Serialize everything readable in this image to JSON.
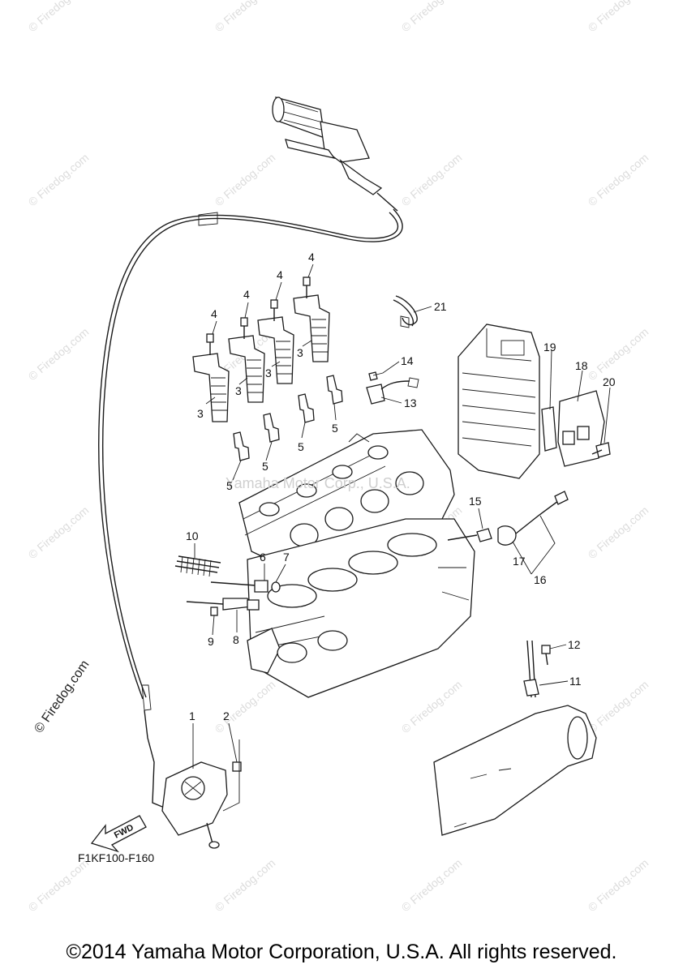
{
  "diagram": {
    "part_code": "F1KF100-F160",
    "fwd_label": "FWD",
    "side_watermark": "© Firedog.com",
    "center_watermark": "Yamaha Motor Corp., U.S.A.",
    "tile_watermark": "© Firedog.com",
    "callouts": [
      "1",
      "2",
      "3",
      "3",
      "3",
      "3",
      "4",
      "4",
      "4",
      "4",
      "5",
      "5",
      "5",
      "5",
      "6",
      "7",
      "8",
      "9",
      "10",
      "11",
      "12",
      "13",
      "14",
      "15",
      "16",
      "17",
      "18",
      "19",
      "20",
      "21"
    ]
  },
  "footer": {
    "copyright": "©2014 Yamaha Motor Corporation, U.S.A. All rights reserved."
  }
}
